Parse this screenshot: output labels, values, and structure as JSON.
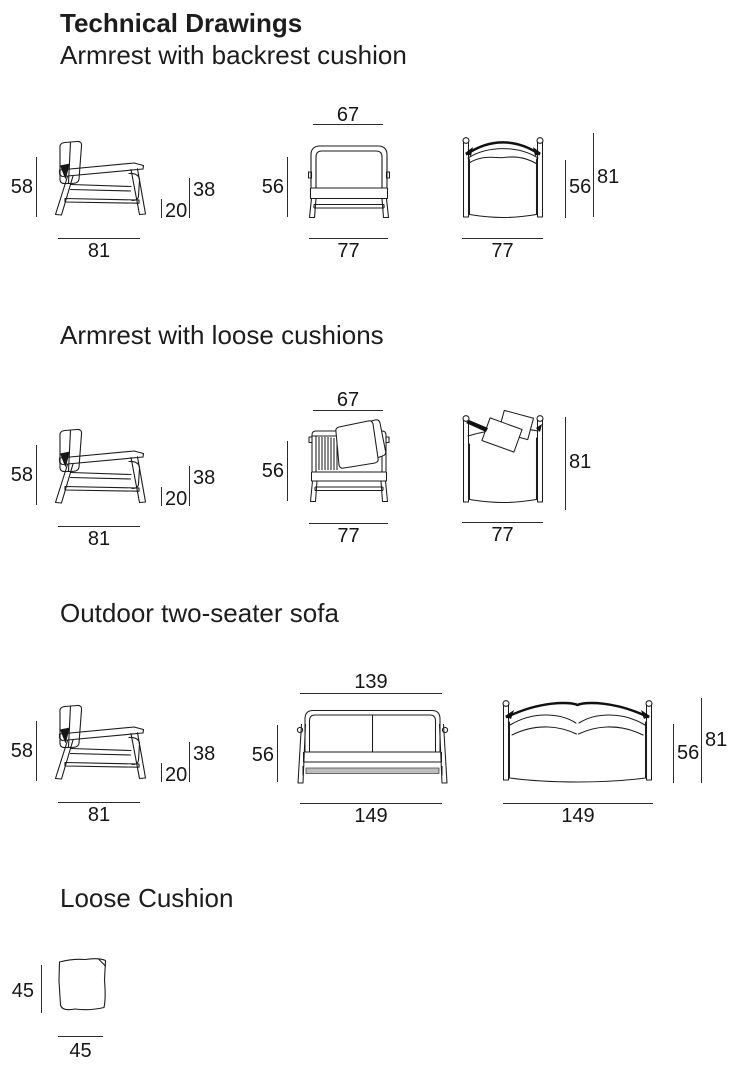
{
  "page": {
    "title": "Technical Drawings"
  },
  "sections": [
    {
      "title": "Armrest with backrest cushion",
      "side": {
        "height": "58",
        "width": "81",
        "seat_height": "20",
        "arm_height": "38"
      },
      "front": {
        "inner_width": "67",
        "seat_height": "56",
        "width": "77"
      },
      "back": {
        "seat_height": "56",
        "height": "81",
        "width": "77"
      }
    },
    {
      "title": "Armrest with loose cushions",
      "side": {
        "height": "58",
        "width": "81",
        "seat_height": "20",
        "arm_height": "38"
      },
      "front": {
        "inner_width": "67",
        "seat_height": "56",
        "width": "77"
      },
      "back": {
        "height": "81",
        "width": "77"
      }
    },
    {
      "title": "Outdoor two-seater sofa",
      "side": {
        "height": "58",
        "width": "81",
        "seat_height": "20",
        "arm_height": "38"
      },
      "front": {
        "inner_width": "139",
        "seat_height": "56",
        "width": "149"
      },
      "back": {
        "seat_height": "56",
        "height": "81",
        "width": "149"
      }
    },
    {
      "title": "Loose Cushion",
      "cushion": {
        "height": "45",
        "width": "45"
      }
    }
  ]
}
